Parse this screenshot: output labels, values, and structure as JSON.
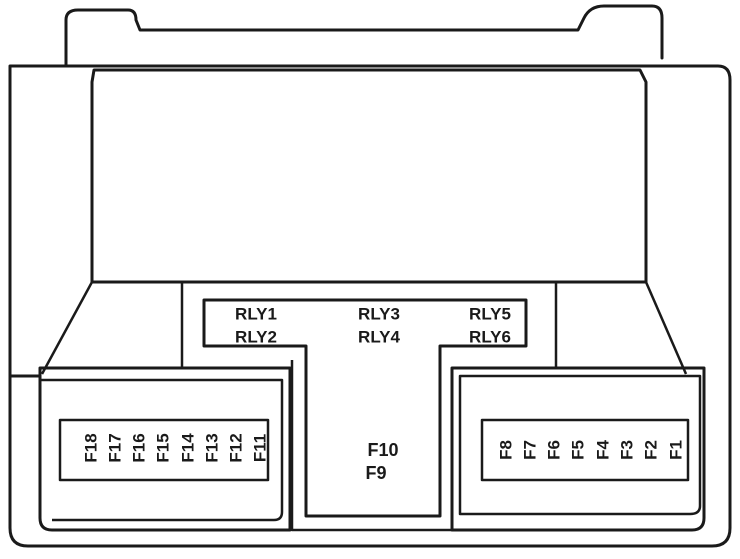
{
  "relays": [
    {
      "id": "rly1",
      "label": "RLY1"
    },
    {
      "id": "rly2",
      "label": "RLY2"
    },
    {
      "id": "rly3",
      "label": "RLY3"
    },
    {
      "id": "rly4",
      "label": "RLY4"
    },
    {
      "id": "rly5",
      "label": "RLY5"
    },
    {
      "id": "rly6",
      "label": "RLY6"
    }
  ],
  "fuses_left": [
    "F18",
    "F17",
    "F16",
    "F15",
    "F14",
    "F13",
    "F12",
    "F11"
  ],
  "fuses_right": [
    "F8",
    "F7",
    "F6",
    "F5",
    "F4",
    "F3",
    "F2",
    "F1"
  ],
  "fuses_center": [
    "F10",
    "F9"
  ],
  "colors": {
    "stroke": "#1a1a1a",
    "background": "#ffffff"
  }
}
